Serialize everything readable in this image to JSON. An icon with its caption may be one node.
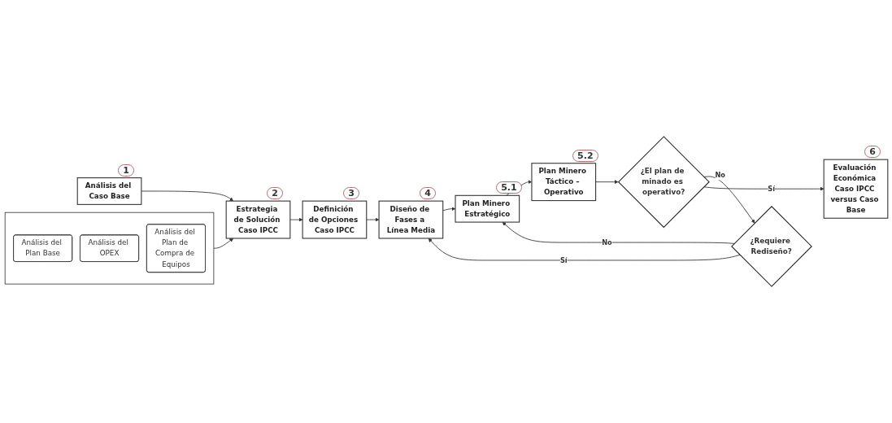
{
  "diagram": {
    "nodes": [
      {
        "text": [
          "Análisis del Caso Base"
        ],
        "beside": [
          "1"
        ]
      },
      {
        "text": [],
        "shape": "box"
      },
      {
        "text": [
          "Análisis del Plan Base"
        ],
        "in": 1
      },
      {
        "text": [
          "Análisis del OPEX"
        ],
        "in": 1
      },
      {
        "text": [
          "Análisis del Plan de Compra de Equipos"
        ],
        "in": 1
      },
      {
        "text": [
          "Estrategia de Solución Caso IPCC"
        ],
        "beside": [
          "2"
        ]
      },
      {
        "text": [
          "Definición de Opciones Caso IPCC"
        ],
        "beside": [
          "3"
        ]
      },
      {
        "text": [
          "Diseño de Fases a Línea Media"
        ],
        "beside": [
          "4"
        ]
      },
      {
        "text": [
          "Plan Minero Estratégico"
        ],
        "beside": [
          "5.1"
        ]
      },
      {
        "text": [
          "Plan Minero Táctico – Operativo"
        ],
        "beside": [
          "5.2"
        ]
      },
      {
        "text": [
          "¿El plan de minado es operativo?"
        ]
      },
      {
        "text": [
          "¿Requiere Rediseño?"
        ]
      },
      {
        "text": [
          "Evaluación Económica Caso IPCC versus Caso Base"
        ],
        "beside": [
          "6"
        ]
      }
    ],
    "edges": [
      {
        "from": 0,
        "to": 5,
        "arrow": "to"
      },
      {
        "from": 1,
        "to": 5,
        "arrow": "to"
      },
      {
        "from": 5,
        "to": 6,
        "arrow": "to"
      },
      {
        "from": 6,
        "to": 7,
        "arrow": "to"
      },
      {
        "from": 7,
        "to": 8,
        "arrow": "to"
      },
      {
        "from": 8,
        "to": 9,
        "arrow": "to"
      },
      {
        "from": 9,
        "to": 10,
        "arrow": "to"
      },
      {
        "from": 10,
        "to": 11,
        "label": "No",
        "arrow": "to"
      },
      {
        "from": 11,
        "to": 7,
        "label": "Sí",
        "arrow": "to"
      },
      {
        "from": 11,
        "to": 8,
        "label": "No",
        "arrow": "to"
      },
      {
        "from": 10,
        "to": 12,
        "label": "Sí",
        "arrow": "to"
      }
    ]
  }
}
